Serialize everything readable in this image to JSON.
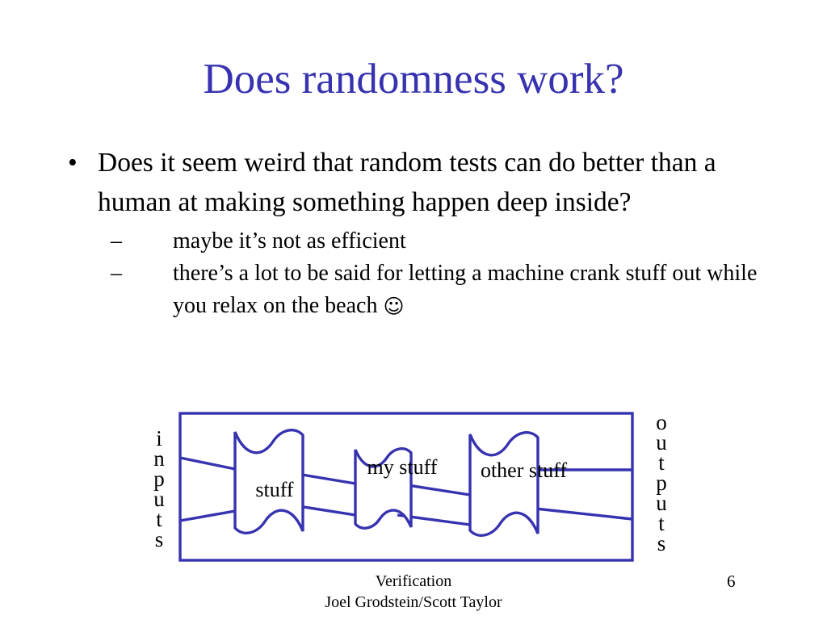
{
  "slide": {
    "title": "Does randomness work?",
    "accent_color": "#3733b0",
    "text_color": "#000000",
    "background_color": "#ffffff"
  },
  "body": {
    "bullets": [
      {
        "level": 1,
        "marker": "•",
        "text": "Does it seem weird that random tests can do better than a human at making something happen deep inside?"
      },
      {
        "level": 2,
        "marker": "–",
        "text": "maybe it’s not as efficient"
      },
      {
        "level": 2,
        "marker": "–",
        "text": "there’s a lot to be said for letting a machine crank stuff out while you relax on the beach ",
        "trailing_glyph": "☺"
      }
    ]
  },
  "diagram": {
    "line_color": "#3733b0",
    "outer_box": {
      "label": "system-boundary"
    },
    "inputs_label": [
      "i",
      "n",
      "p",
      "u",
      "t",
      "s"
    ],
    "outputs_label": [
      "o",
      "u",
      "t",
      "p",
      "u",
      "t",
      "s"
    ],
    "blocks": [
      {
        "name": "stuff",
        "label_lines": [
          "stuff"
        ]
      },
      {
        "name": "my-stuff",
        "label_lines": [
          "my",
          "stuff"
        ]
      },
      {
        "name": "other-stuff",
        "label_lines": [
          "other",
          "stuff"
        ]
      }
    ]
  },
  "footer": {
    "line1": "Verification",
    "line2": "Joel Grodstein/Scott Taylor",
    "page_number": "6"
  }
}
